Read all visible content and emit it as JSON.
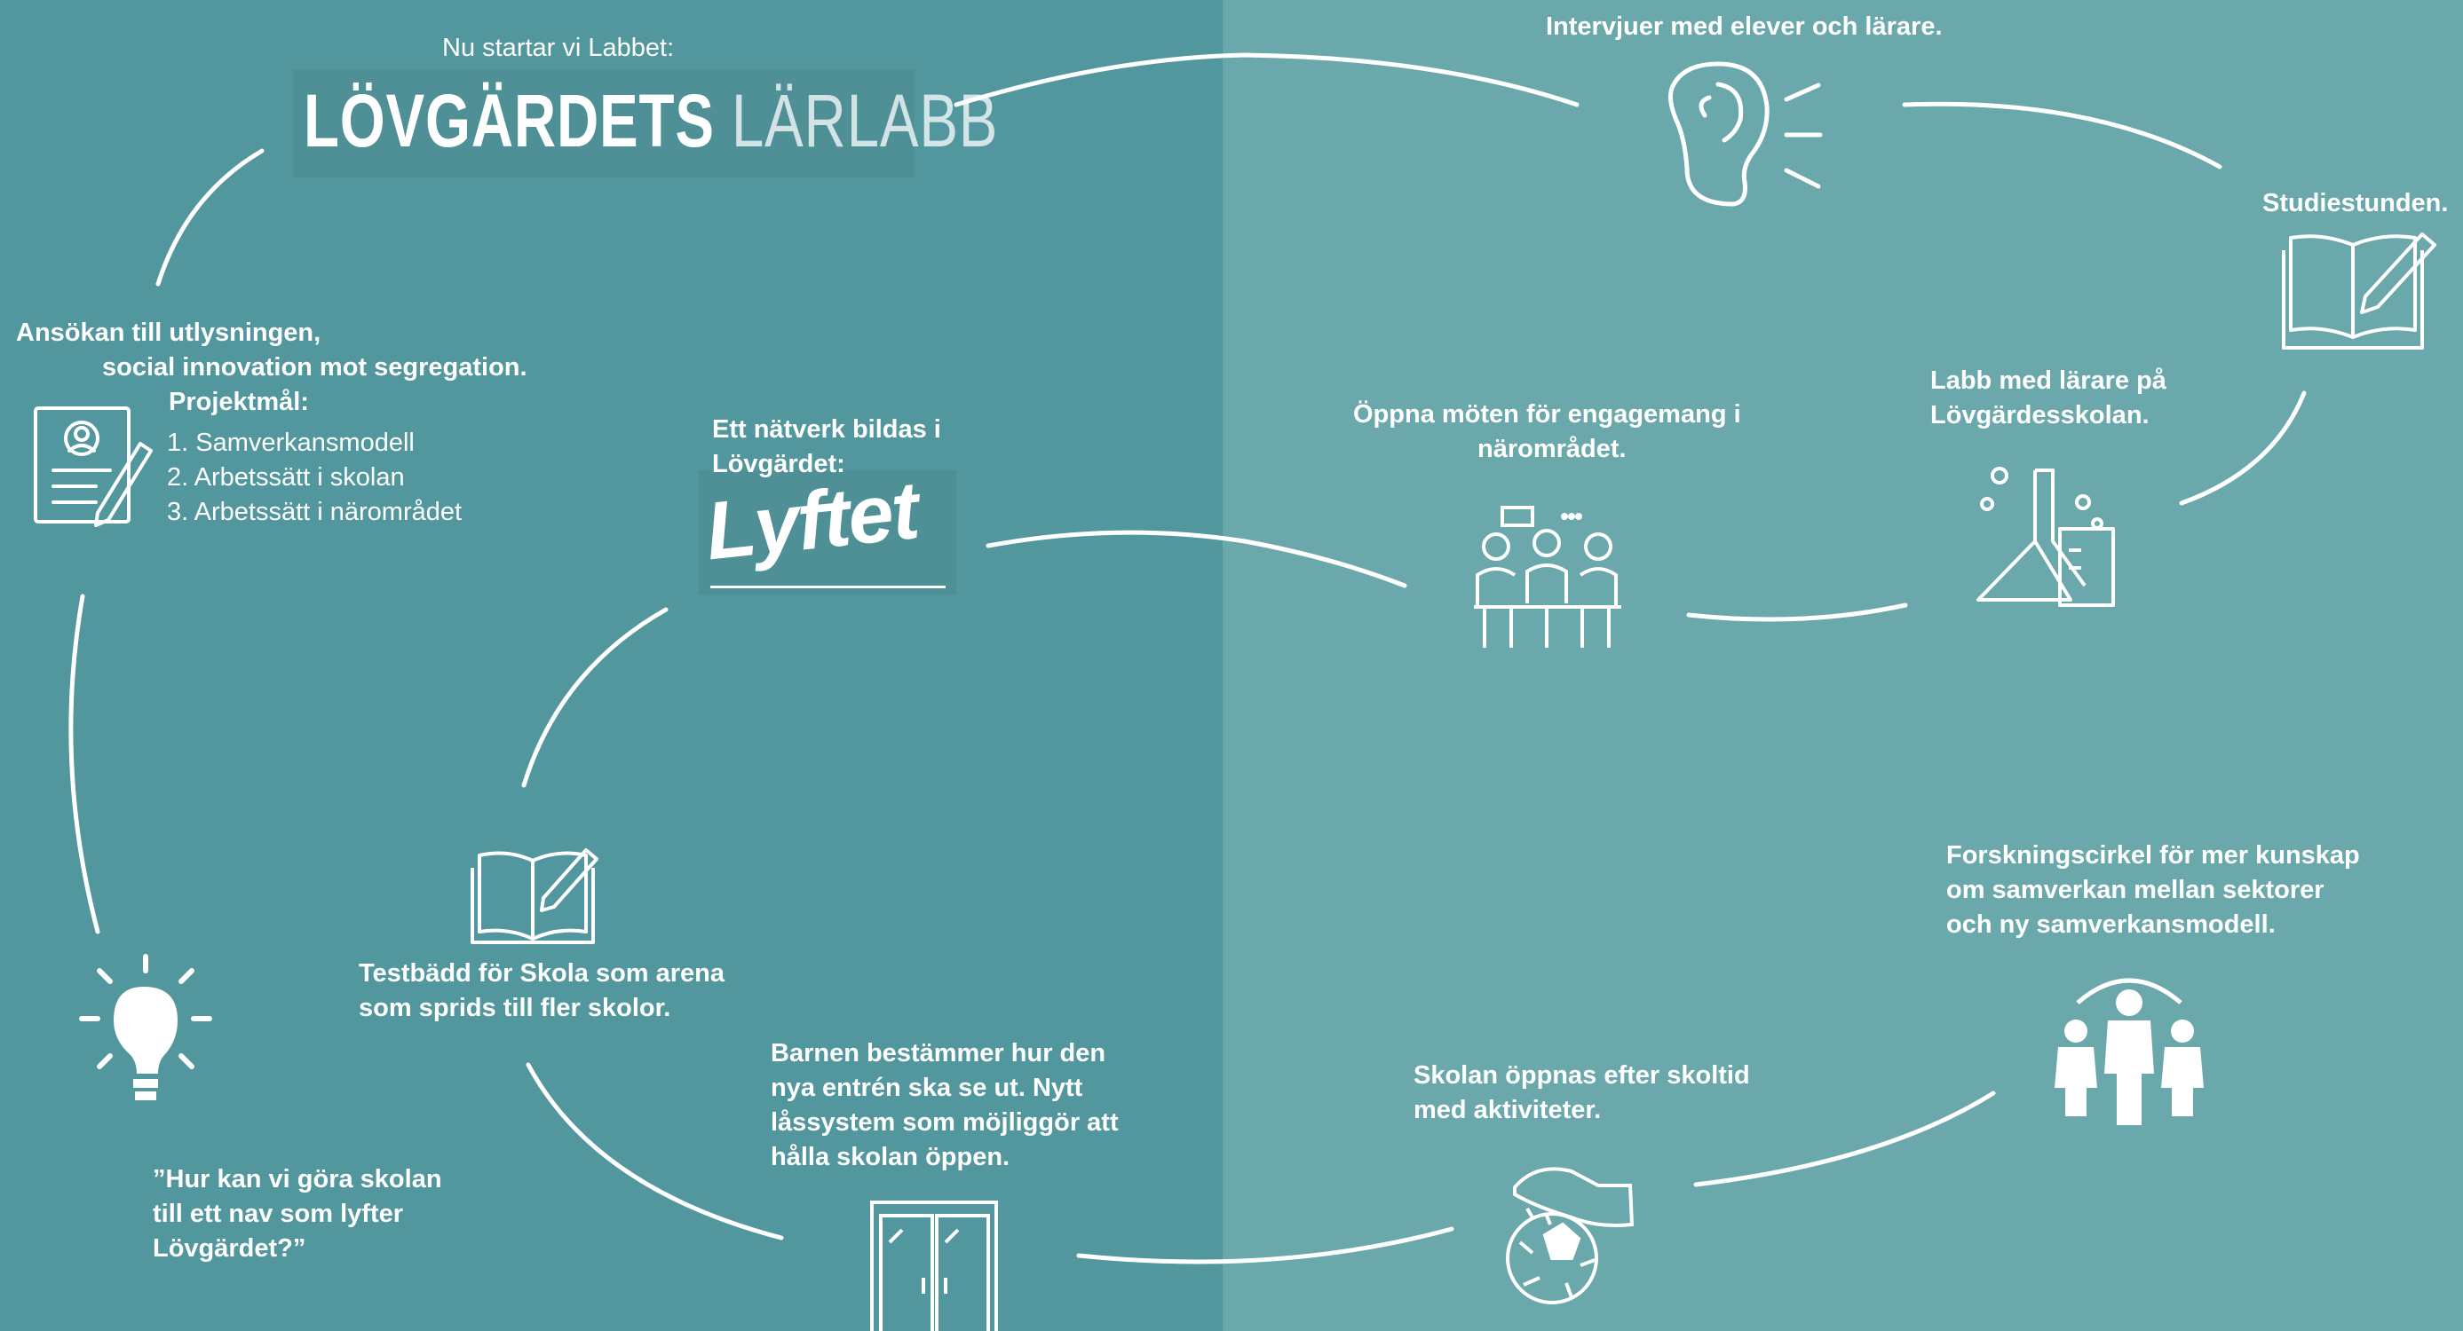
{
  "logos": {
    "lovgardet_main": "LÖVGÄRDETS",
    "lovgardet_sub": "LÄRLABB",
    "lyftet": "Lyftet"
  },
  "nodes": {
    "start": "Nu startar vi Labbet:",
    "application_1": "Ansökan till utlysningen,",
    "application_2": "social innovation mot segregation.",
    "project_goals": "Projektmål:",
    "goal_1": "1. Samverkansmodell",
    "goal_2": "2. Arbetssätt i skolan",
    "goal_3": "3. Arbetssätt i närområdet",
    "question_1": "”Hur kan vi göra skolan",
    "question_2": "till ett nav som lyfter",
    "question_3": "Lövgärdet?”",
    "network_1": "Ett nätverk bildas i",
    "network_2": "Lövgärdet:",
    "testbed_1": "Testbädd för Skola som arena",
    "testbed_2": "som sprids till fler skolor.",
    "children_1": "Barnen bestämmer hur den",
    "children_2": "nya entrén ska se ut. Nytt",
    "children_3": "låssystem som möjliggör att",
    "children_4": "hålla skolan öppen.",
    "interviews": "Intervjuer med elever och lärare.",
    "study_hour": "Studiestunden.",
    "meetings_1": "Öppna möten för engagemang i",
    "meetings_2": "närområdet.",
    "lab_1": "Labb med lärare på",
    "lab_2": "Lövgärdesskolan.",
    "research_1": "Forskningscirkel för mer kunskap",
    "research_2": "om samverkan mellan sektorer",
    "research_3": "och ny samverkansmodell.",
    "school_open_1": "Skolan öppnas efter skoltid",
    "school_open_2": "med aktiviteter."
  },
  "icons": [
    "document-pen-icon",
    "lightbulb-icon",
    "book-pen-icon",
    "door-icon",
    "ear-icon",
    "meeting-icon",
    "lab-flask-icon",
    "open-book-pen-icon",
    "team-icon",
    "football-icon"
  ],
  "colors": {
    "left_bg": "#52979d",
    "right_bg": "#6aa8ab",
    "stroke": "#ffffff"
  }
}
